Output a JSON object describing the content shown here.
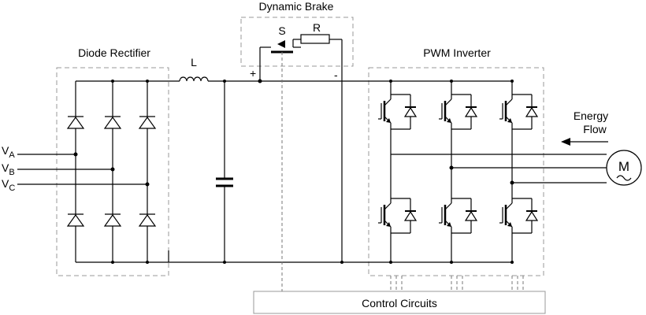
{
  "labels": {
    "diode_rectifier": "Diode Rectifier",
    "dynamic_brake": "Dynamic Brake",
    "pwm_inverter": "PWM Inverter",
    "control_circuits": "Control Circuits",
    "inductor": "L",
    "switch": "S",
    "resistor": "R",
    "plus": "+",
    "minus": "-",
    "energy_flow_1": "Energy",
    "energy_flow_2": "Flow",
    "motor": "M",
    "va": "V",
    "va_sub": "A",
    "vb": "V",
    "vb_sub": "B",
    "vc": "V",
    "vc_sub": "C"
  }
}
